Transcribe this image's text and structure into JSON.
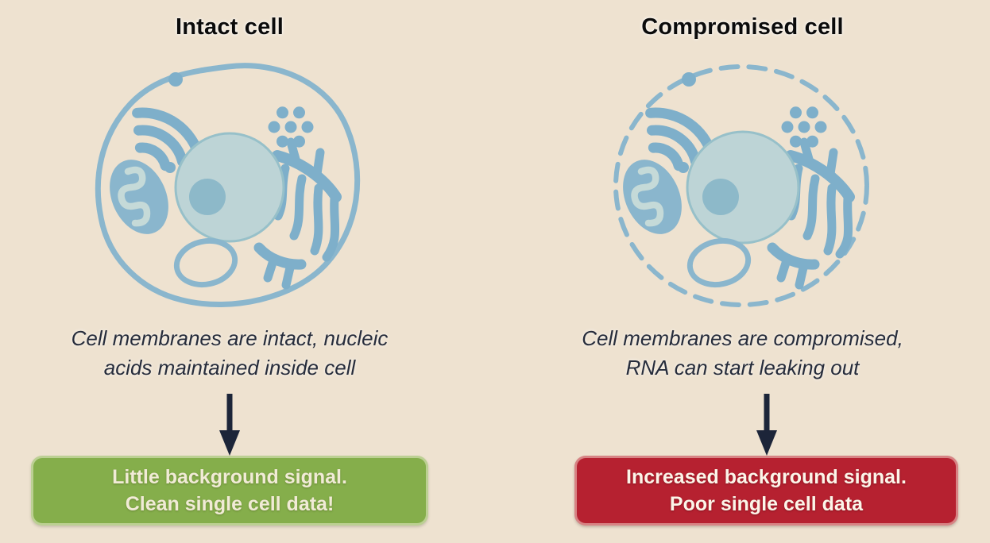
{
  "background": "#eee2d0",
  "colors": {
    "organelle_blue": "#8ab6cd",
    "organelle_deep_blue": "#7eafca",
    "nucleus_fill": "#bdd4d6",
    "nucleus_stroke": "#97c0c9",
    "nucleolus_fill": "#8db9c9",
    "mito_inner": "#c5dad8",
    "arrow": "#1c2539",
    "title_text": "#0b0b0b",
    "caption_text": "#262c3b",
    "green_box": "#85ae4b",
    "green_box_text": "#f1ebd6",
    "red_box": "#b62130",
    "red_box_text": "#fcf5e9"
  },
  "left": {
    "title": "Intact cell",
    "caption": {
      "line1": "Cell membranes are intact, nucleic",
      "line2": "acids maintained inside cell"
    },
    "result": {
      "line1": "Little background signal.",
      "line2": "Clean single cell data!"
    }
  },
  "right": {
    "title": "Compromised cell",
    "caption": {
      "line1": "Cell membranes are compromised,",
      "line2": "RNA can start leaking out"
    },
    "result": {
      "line1": "Increased background signal.",
      "line2": "Poor single cell data"
    }
  }
}
